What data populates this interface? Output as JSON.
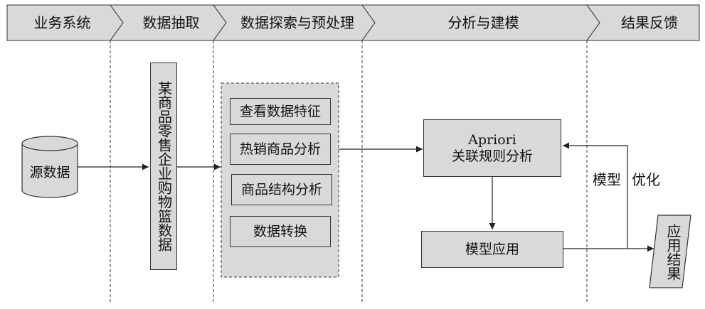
{
  "stages": [
    {
      "label": "业务系统"
    },
    {
      "label": "数据抽取"
    },
    {
      "label": "数据探索与预处理"
    },
    {
      "label": "分析与建模"
    },
    {
      "label": "结果反馈"
    }
  ],
  "source_node": {
    "label": "源数据"
  },
  "extract_node": {
    "label": "某商品零售企业购物篮数据"
  },
  "explore_steps": [
    {
      "label": "查看数据特征"
    },
    {
      "label": "热销商品分析"
    },
    {
      "label": "商品结构分析"
    },
    {
      "label": "数据转换"
    }
  ],
  "model_node": {
    "label": "Apriori\n关联规则分析"
  },
  "apply_node": {
    "label": "模型应用"
  },
  "result_node": {
    "label": "应用结果"
  },
  "feedback": {
    "label_left": "模型",
    "label_right": "优化"
  },
  "colors": {
    "header_fill": "#d9d9d9",
    "box_fill": "#d9d9d9",
    "line": "#222222",
    "frame": "#333333"
  }
}
